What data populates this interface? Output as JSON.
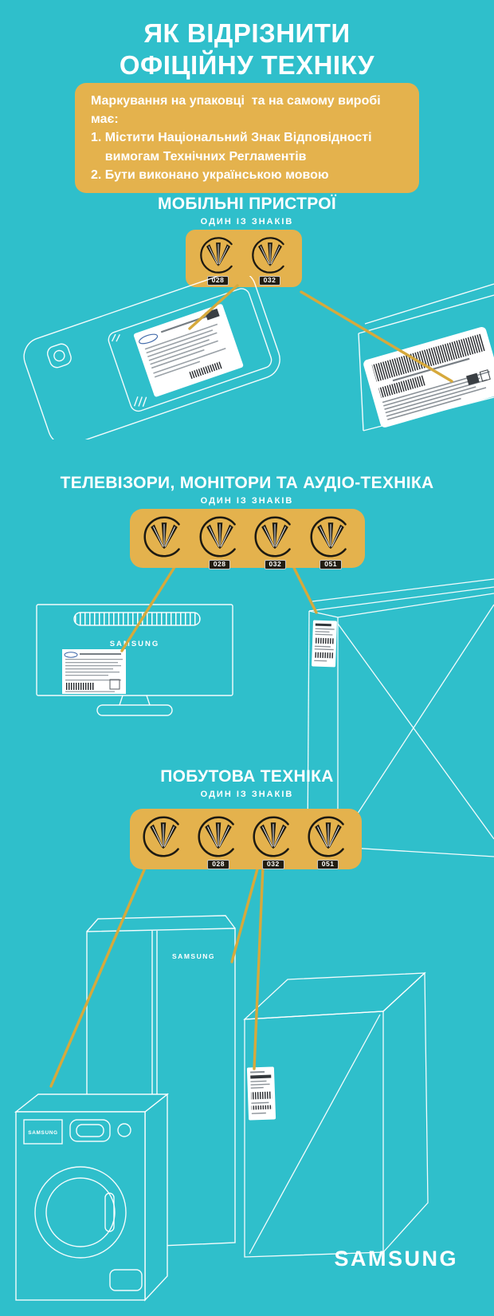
{
  "colors": {
    "background": "#2FBFCB",
    "accent_yellow": "#E4B24D",
    "connector_yellow": "#D6A93C",
    "mark_black": "#1D1A12",
    "text_white": "#FFFFFF"
  },
  "header": {
    "title": "ЯК ВІДРІЗНИТИ\nОФІЦІЙНУ ТЕХНІКУ"
  },
  "intro_card": {
    "text": "Маркування на упаковці  та на самому виробі має:\n1. Містити Національний Знак Відповідності\n    вимогам Технічних Регламентів\n2. Бути виконано українською мовою"
  },
  "sections": [
    {
      "title": "МОБІЛЬНІ ПРИСТРОЇ",
      "subtitle": "ОДИН ІЗ ЗНАКІВ",
      "mark_icon": "ukrainian-conformity-mark",
      "codes": [
        "028",
        "032"
      ]
    },
    {
      "title": "ТЕЛЕВІЗОРИ, МОНІТОРИ ТА АУДІО-ТЕХНІКА",
      "subtitle": "ОДИН ІЗ ЗНАКІВ",
      "mark_icon": "ukrainian-conformity-mark",
      "codes": [
        "",
        "028",
        "032",
        "051"
      ]
    },
    {
      "title": "ПОБУТОВА ТЕХНІКА",
      "subtitle": "ОДИН ІЗ ЗНАКІВ",
      "mark_icon": "ukrainian-conformity-mark",
      "codes": [
        "",
        "028",
        "032",
        "051"
      ]
    }
  ],
  "illustrations": {
    "tv_brand": "SAMSUNG",
    "fridge_brand": "SAMSUNG",
    "washer_brand": "SAMSUNG"
  },
  "footer": {
    "logo": "SAMSUNG"
  }
}
